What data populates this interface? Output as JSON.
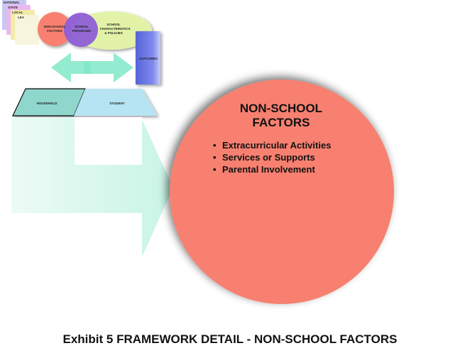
{
  "levels": [
    "NATIONAL",
    "STATE",
    "LOCAL",
    "LEA"
  ],
  "mini_circles": {
    "non_school": [
      "NON-SCHOOL",
      "FACTORS"
    ],
    "programs": [
      "SCHOOL",
      "PROGRAMS"
    ],
    "characteristics": [
      "SCHOOL",
      "CHARACTERISTICS",
      "& POLICIES"
    ]
  },
  "outcomes": "OUTCOMES",
  "household": "HOUSEHOLD",
  "student": "STUDENT",
  "main_circle": {
    "title_line1": "NON-SCHOOL",
    "title_line2": "FACTORS",
    "bullets": [
      "Extracurricular Activities",
      "Services or Supports",
      "Parental Involvement"
    ]
  },
  "caption": "Exhibit 5  FRAMEWORK DETAIL - NON-SCHOOL FACTORS",
  "colors": {
    "circle_red": "#f78070",
    "circle_purple": "#8e5fd6",
    "circle_green": "#e2f3a8",
    "outcomes_blue": "#6270e0",
    "arrow_green": "#80e8c8",
    "student_blue": "#b7e4f2",
    "household_teal": "#8fd6cc"
  }
}
